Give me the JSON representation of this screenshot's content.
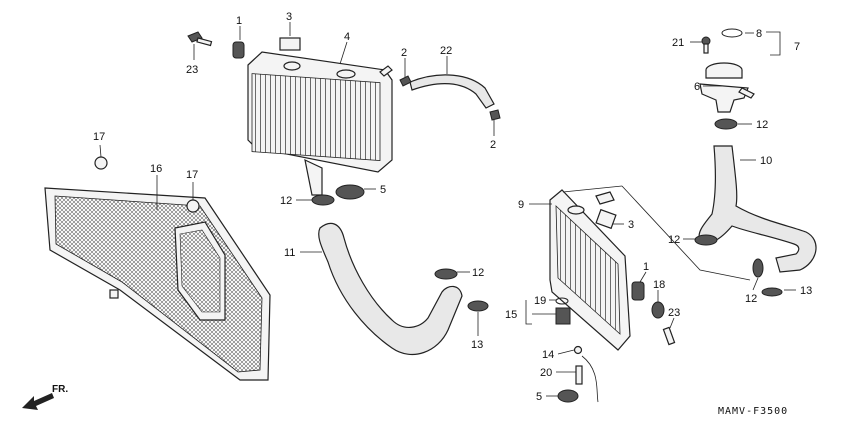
{
  "diagram": {
    "callouts": {
      "c1a": "1",
      "c3a": "3",
      "c4": "4",
      "c2a": "2",
      "c22": "22",
      "c2b": "2",
      "c23a": "23",
      "c21": "21",
      "c8": "8",
      "c7": "7",
      "c6": "6",
      "c12a": "12",
      "c10": "10",
      "c17a": "17",
      "c16": "16",
      "c17b": "17",
      "c12b": "12",
      "c5a": "5",
      "c9": "9",
      "c3b": "3",
      "c11": "11",
      "c12c": "12",
      "c12d": "12",
      "c1b": "1",
      "c18": "18",
      "c19": "19",
      "c15": "15",
      "c23b": "23",
      "c13a": "13",
      "c12e": "12",
      "c13b": "13",
      "c14": "14",
      "c20": "20",
      "c5b": "5"
    },
    "direction_label": "FR.",
    "code": "MAMV-F3500"
  }
}
